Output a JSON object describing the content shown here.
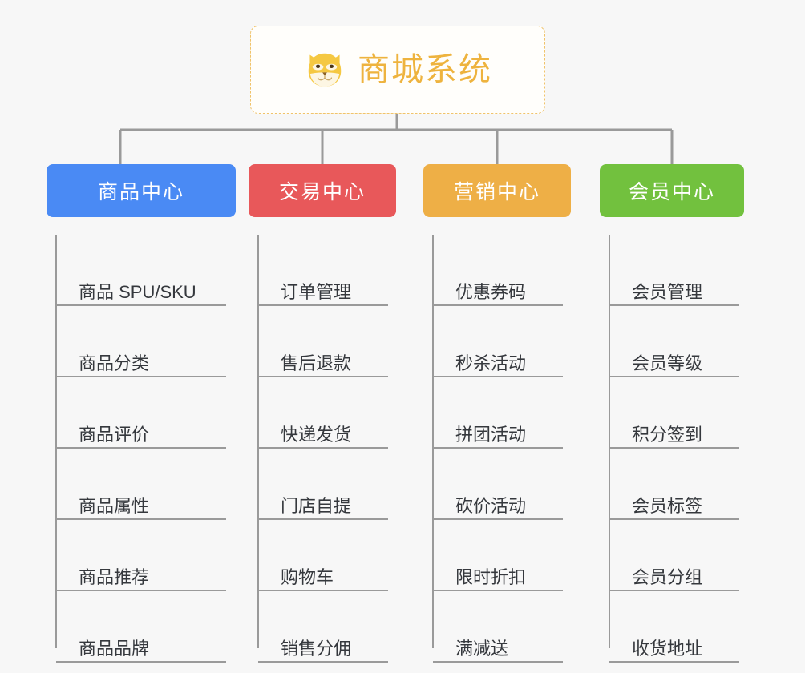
{
  "background_color": "#f7f7f7",
  "connector_color": "#9a9a9a",
  "root": {
    "label": "商城系统",
    "icon": "shiba-dog-face-icon",
    "text_color": "#eeb33e",
    "border_color": "#f0c36a"
  },
  "branches": [
    {
      "id": "product-center",
      "label": "商品中心",
      "color": "#4a8af4",
      "items": [
        "商品 SPU/SKU",
        "商品分类",
        "商品评价",
        "商品属性",
        "商品推荐",
        "商品品牌"
      ]
    },
    {
      "id": "trade-center",
      "label": "交易中心",
      "color": "#e8585a",
      "items": [
        "订单管理",
        "售后退款",
        "快递发货",
        "门店自提",
        "购物车",
        "销售分佣"
      ]
    },
    {
      "id": "marketing-center",
      "label": "营销中心",
      "color": "#eeaf46",
      "items": [
        "优惠券码",
        "秒杀活动",
        "拼团活动",
        "砍价活动",
        "限时折扣",
        "满减送"
      ]
    },
    {
      "id": "member-center",
      "label": "会员中心",
      "color": "#72c13e",
      "items": [
        "会员管理",
        "会员等级",
        "积分签到",
        "会员标签",
        "会员分组",
        "收货地址"
      ]
    }
  ]
}
